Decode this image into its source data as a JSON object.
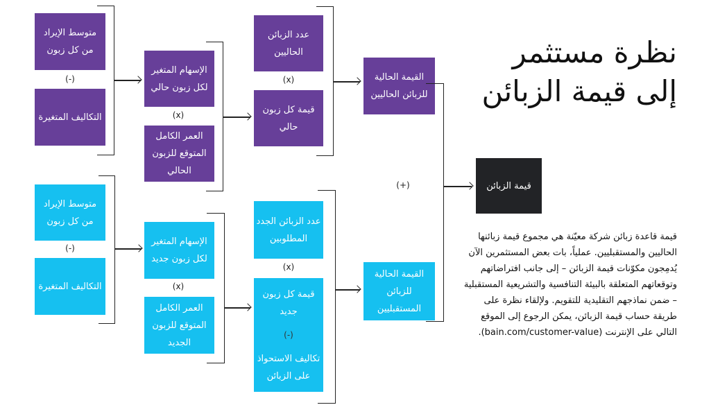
{
  "title": {
    "line1": "نظرة مستثمر",
    "line2": "إلى قيمة الزبائن"
  },
  "description": "قيمة قاعدة زبائن شركة معيّنة هي مجموع قيمة زبائنها الحاليين والمستقبليين. عملياً، بات بعض المستثمرين الآن يُدمِجون مكوّنات قيمة الزبائن – إلى جانب افتراضاتهم وتوقعاتهم المتعلقة بالبيئة التنافسية والتشريعية المستقبلية – ضمن نماذجهم التقليدية للتقويم. ولإلقاء نظرة على طريقة حساب قيمة الزبائن، يمكن الرجوع إلى الموقع التالي على الإنترنت (bain.com/customer-value).",
  "current": {
    "avg_revenue": "متوسط الإيراد من كل زبون",
    "variable_costs": "التكاليف المتغيرة",
    "contribution": "الإسهام المتغير لكل زبون حالي",
    "lifetime": "العمر الكامل المتوقع للزبون الحالي",
    "count": "عدد الزبائن الحاليين",
    "value_per": "قيمة كل زبون حالي",
    "present_value": "القيمة الحالية للزبائن الحاليين"
  },
  "future": {
    "avg_revenue": "متوسط الإيراد من كل زبون",
    "variable_costs": "التكاليف المتغيرة",
    "contribution": "الإسهام المتغير لكل زبون جديد",
    "lifetime": "العمر الكامل المتوقع للزبون الجديد",
    "count": "عدد الزبائن الجدد المطلوبين",
    "value_per": "قيمة كل زبون جديد",
    "acquisition": "تكاليف الاستحواذ على الزبائن",
    "present_value": "القيمة الحالية للزبائن المستقبليين"
  },
  "total": "قيمة الزبائن",
  "ops": {
    "minus": "(-)",
    "times": "(x)",
    "plus": "(+)"
  },
  "colors": {
    "current": "#673f99",
    "future": "#16c0f0",
    "total": "#222326"
  }
}
